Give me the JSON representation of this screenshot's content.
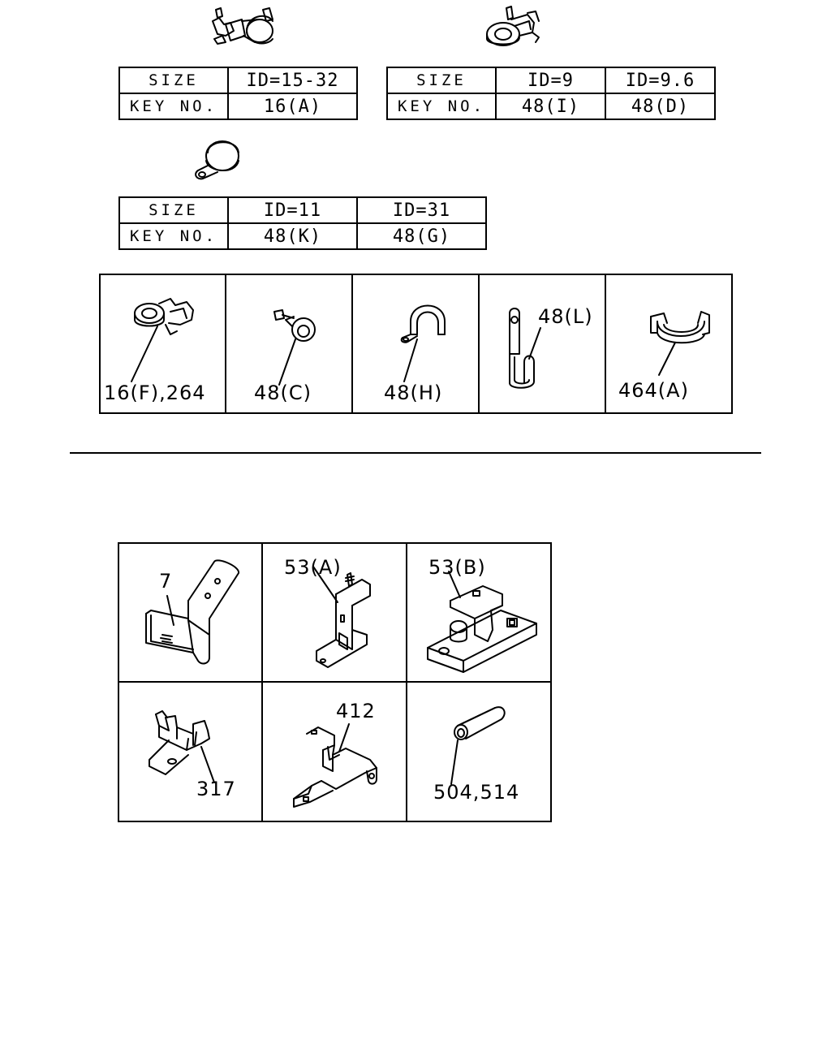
{
  "tables": {
    "clip_a": {
      "size_label": "SIZE",
      "key_label": "KEY NO.",
      "sizes": [
        "ID=15-32"
      ],
      "keys": [
        "16(A)"
      ]
    },
    "clip_b": {
      "size_label": "SIZE",
      "key_label": "KEY NO.",
      "sizes": [
        "ID=9",
        "ID=9.6"
      ],
      "keys": [
        "48(I)",
        "48(D)"
      ]
    },
    "clip_c": {
      "size_label": "SIZE",
      "key_label": "KEY NO.",
      "sizes": [
        "ID=11",
        "ID=31"
      ],
      "keys": [
        "48(K)",
        "48(G)"
      ]
    }
  },
  "clip_panel": {
    "labels": [
      "16(F),264",
      "48(C)",
      "48(H)",
      "48(L)",
      "464(A)"
    ]
  },
  "bracket_panel": {
    "labels": [
      "7",
      "53(A)",
      "53(B)",
      "317",
      "412",
      "504,514"
    ]
  }
}
